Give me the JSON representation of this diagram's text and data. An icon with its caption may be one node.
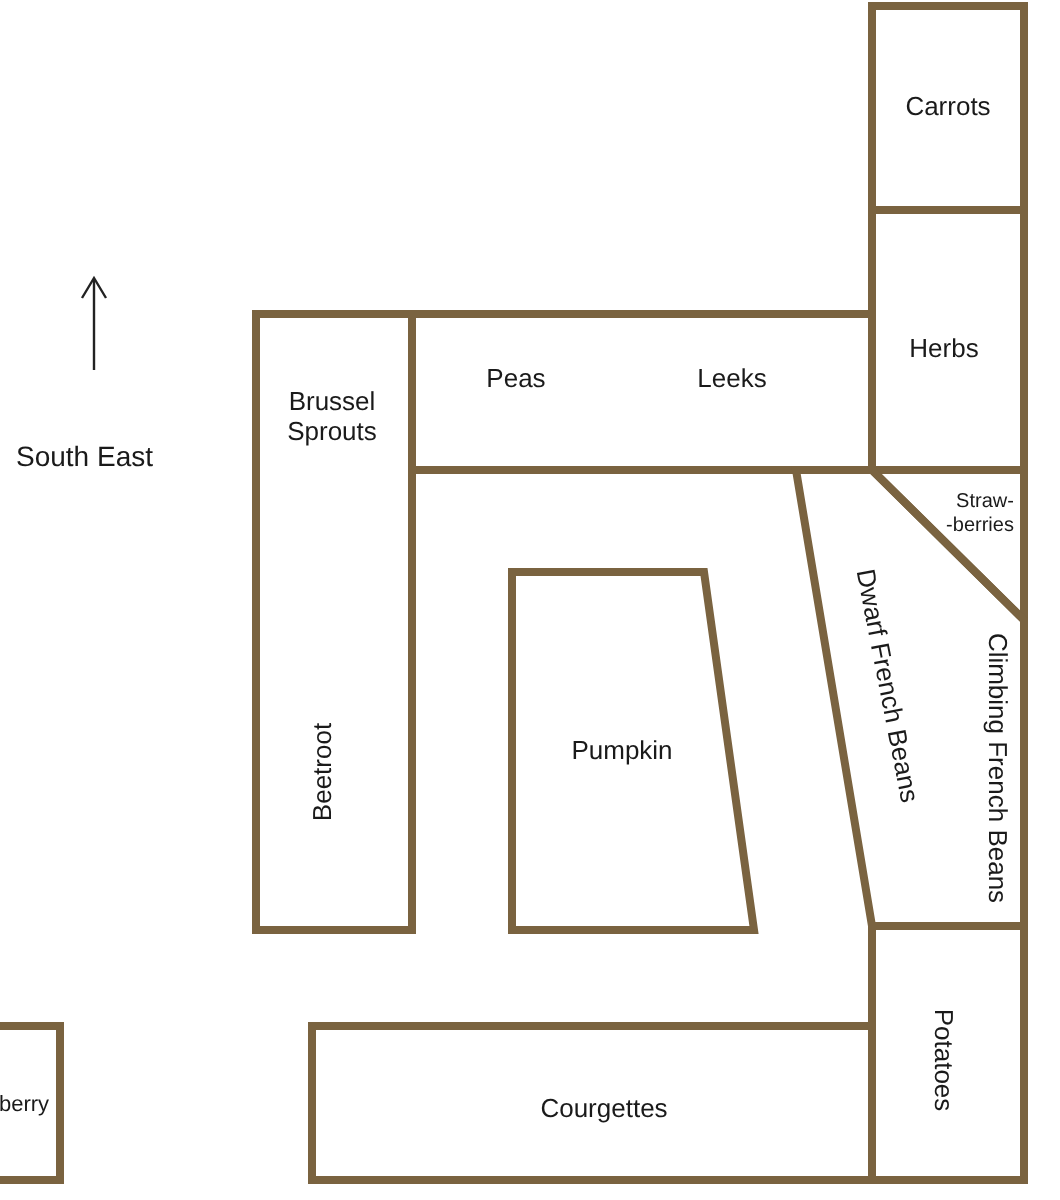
{
  "diagram": {
    "nodes": [
      {
        "text": [
          "Carrots"
        ]
      },
      {
        "text": [
          "Herbs"
        ]
      },
      {
        "text": [
          "Brussel Sprouts",
          "Beetroot"
        ]
      },
      {
        "text": [
          "Peas",
          "Leeks"
        ]
      },
      {
        "text": [
          "Straw- -berries"
        ]
      },
      {
        "text": [
          "Dwarf French Beans",
          "Climbing French Beans"
        ]
      },
      {
        "text": [
          "Pumpkin"
        ]
      },
      {
        "text": [
          "berry"
        ]
      },
      {
        "text": [
          "Courgettes"
        ]
      },
      {
        "text": [
          "Potatoes"
        ]
      }
    ],
    "labels": [
      "South East"
    ]
  }
}
